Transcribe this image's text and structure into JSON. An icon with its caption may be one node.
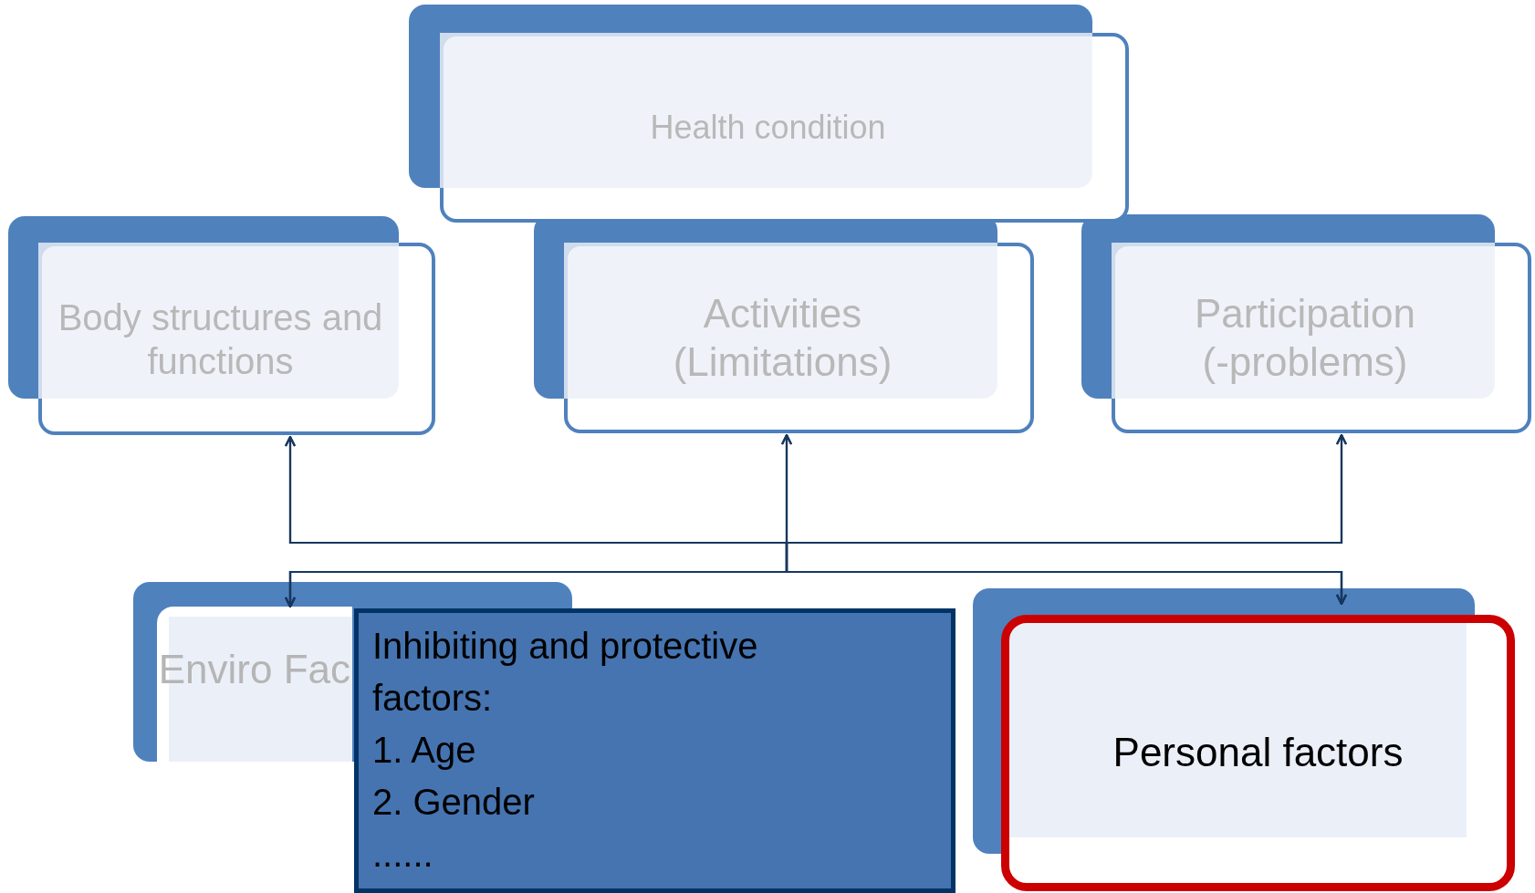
{
  "diagram": {
    "nodes": [
      {
        "text": [
          "Health condition"
        ]
      },
      {
        "text": [
          "Body structures and functions"
        ]
      },
      {
        "text": [
          "Activities (Limitations)"
        ]
      },
      {
        "text": [
          "Participation (-problems)"
        ]
      },
      {
        "text": [
          "Enviro Fac"
        ]
      },
      {
        "text": [
          "Inhibiting and protective factors:",
          "1. Age",
          "2. Gender",
          "......"
        ]
      },
      {
        "text": [
          "Personal factors"
        ]
      }
    ],
    "edges": [
      {
        "from": 1,
        "to": 4,
        "arrow": "both"
      },
      {
        "from": 1,
        "to": 6,
        "arrow": "both"
      },
      {
        "from": 2,
        "to": 4,
        "arrow": "both"
      },
      {
        "from": 2,
        "to": 6,
        "arrow": "both"
      },
      {
        "from": 3,
        "to": 4,
        "arrow": "both"
      },
      {
        "from": 3,
        "to": 6,
        "arrow": "both"
      }
    ]
  }
}
